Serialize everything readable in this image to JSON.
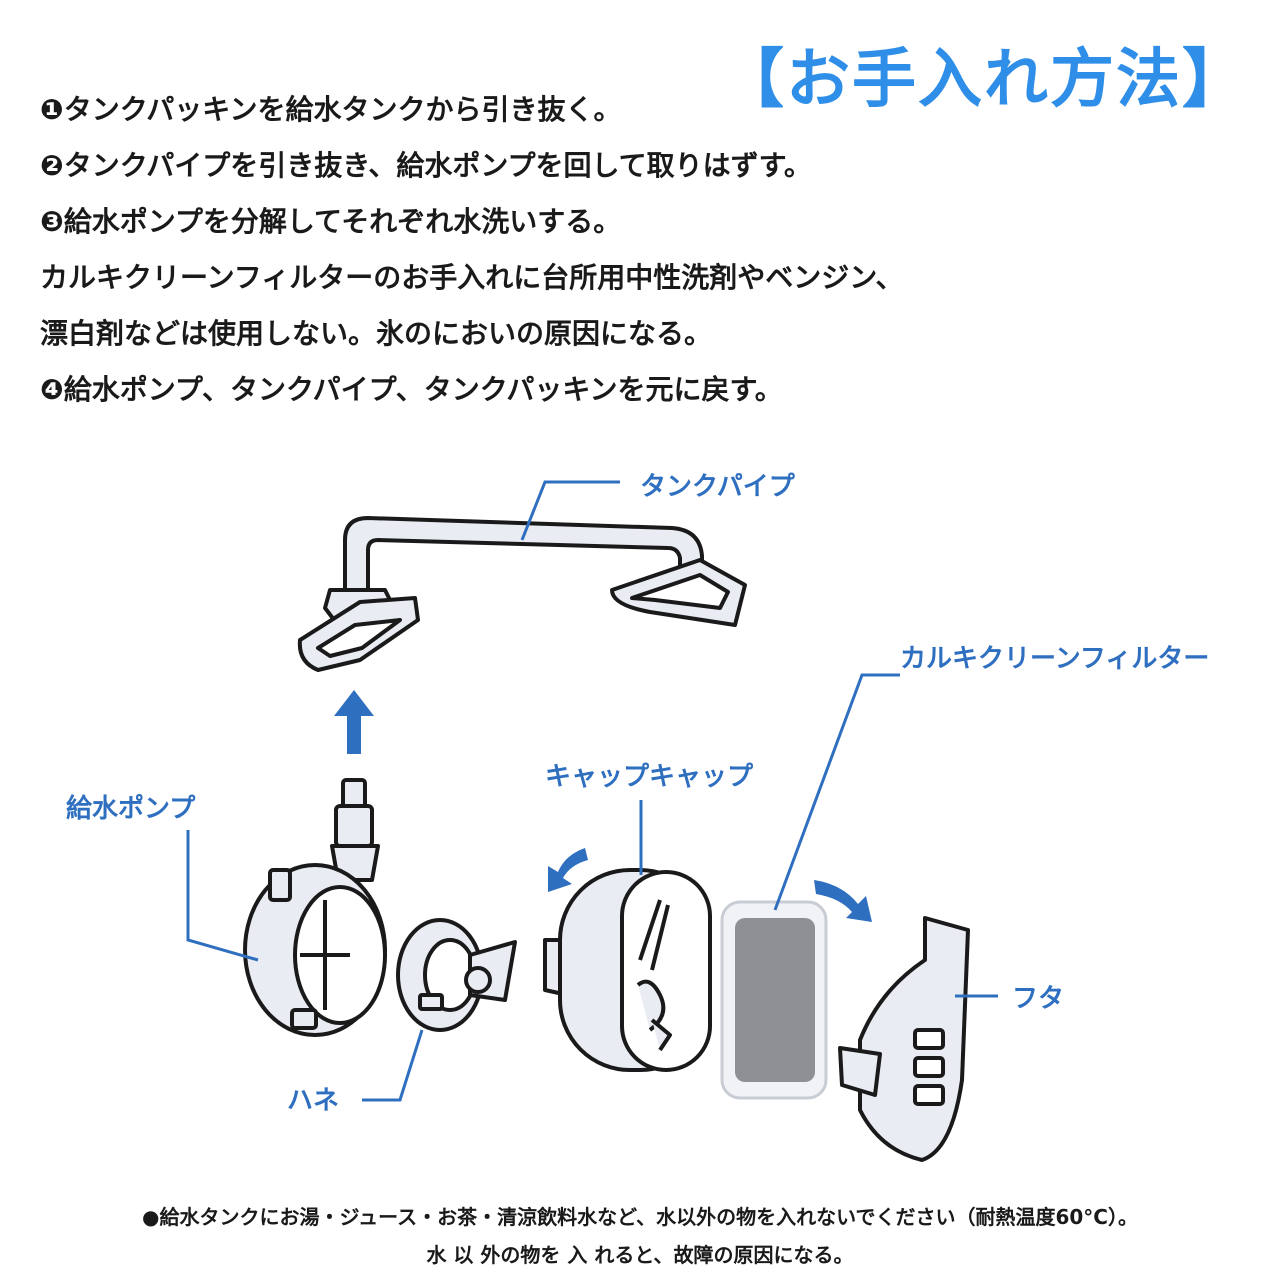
{
  "title": "【お手入れ方法】",
  "steps": [
    "❶タンクパッキンを給水タンクから引き抜く。",
    "❷タンクパイプを引き抜き、給水ポンプを回して取りはずす。",
    "❸給水ポンプを分解してそれぞれ水洗いする。",
    "カルキクリーンフィルターのお手入れに台所用中性洗剤やベンジン、",
    "漂白剤などは使用しない。氷のにおいの原因になる。",
    "❹給水ポンプ、タンクパイプ、タンクパッキンを元に戻す。"
  ],
  "labels": {
    "tank_pipe": "タンクパイプ",
    "filter": "カルキクリーンフィルター",
    "pump": "給水ポンプ",
    "cap": "キャップキャップ",
    "lid": "フタ",
    "impeller": "ハネ"
  },
  "notes": [
    "●給水タンクにお湯・ジュース・お茶・清涼飲料水など、水以外の物を入れないでください（耐熱温度60°C）。",
    "水 以 外の物を 入 れると、故障の原因になる。"
  ],
  "colors": {
    "accent": "#2e8ee8",
    "label": "#2f6fc0",
    "line": "#1a1a1a",
    "part_fill": "#e9ecf3"
  }
}
